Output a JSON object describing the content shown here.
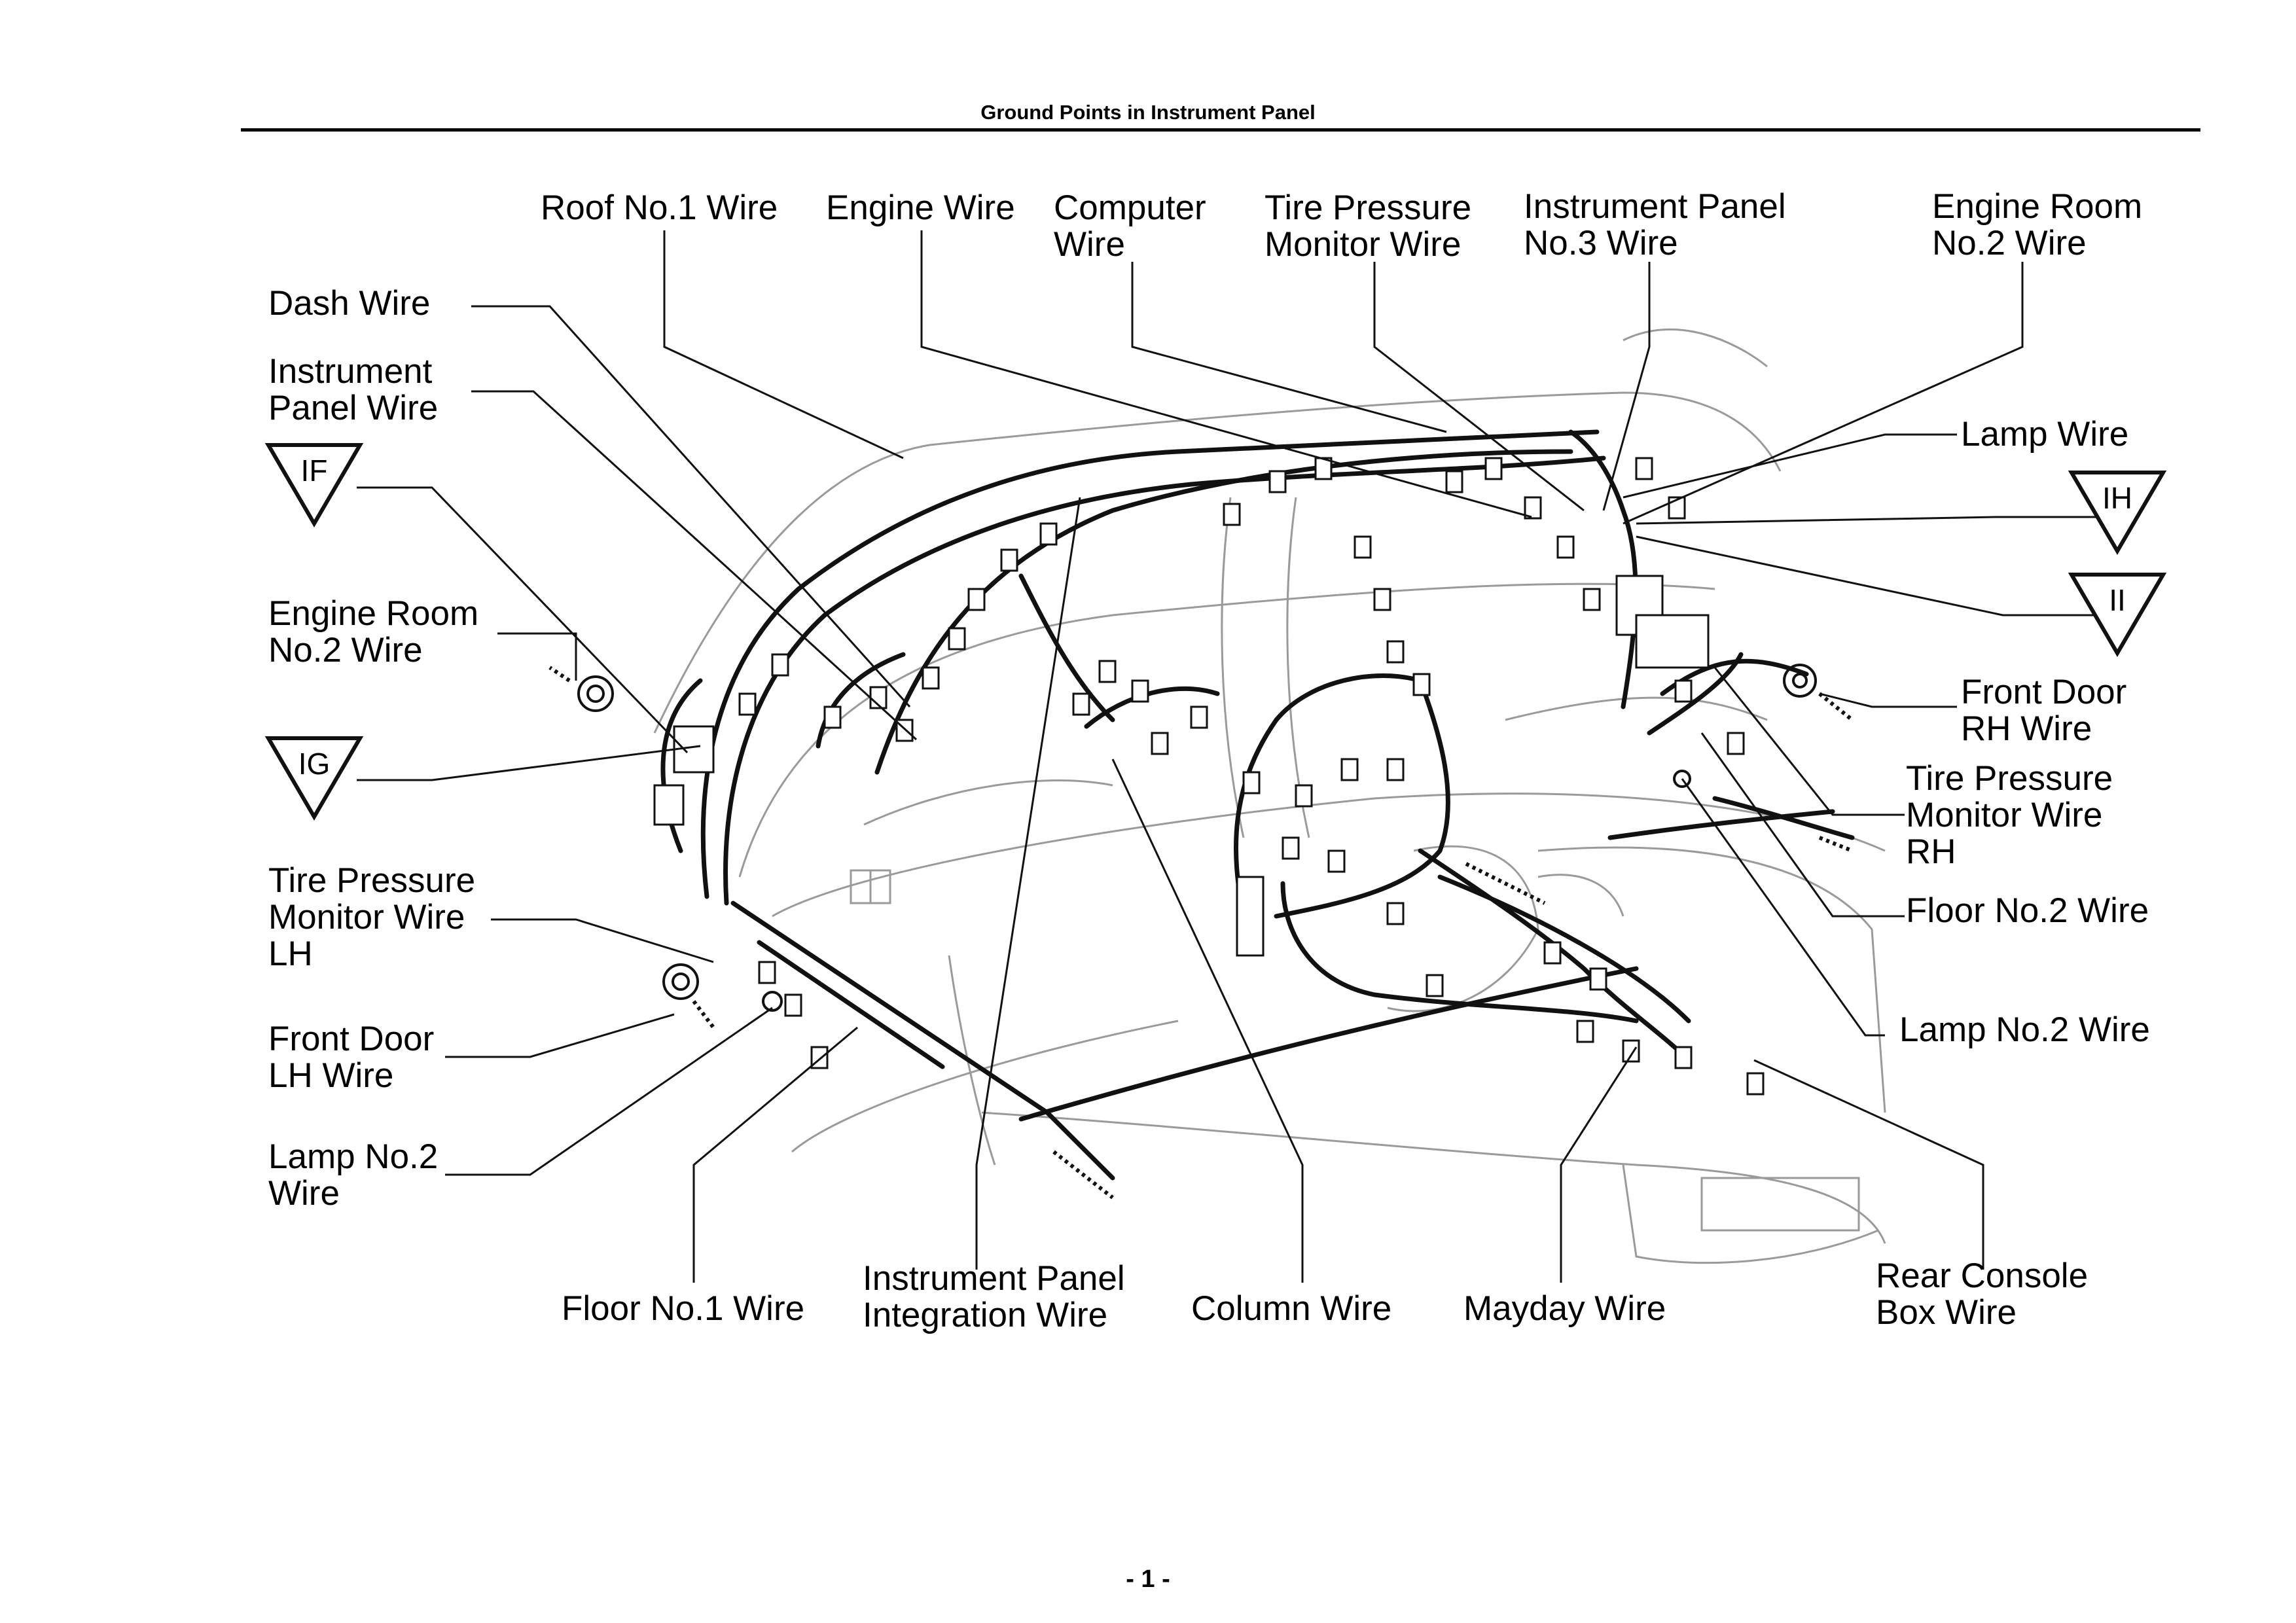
{
  "header": {
    "title": "Ground Points in Instrument Panel"
  },
  "footer": {
    "page_number": "- 1 -"
  },
  "labels": {
    "roof_no1": [
      "Roof No.1 Wire"
    ],
    "engine": [
      "Engine Wire"
    ],
    "computer": [
      "Computer",
      "Wire"
    ],
    "tire_pressure_monitor": [
      "Tire Pressure",
      "Monitor Wire"
    ],
    "instrument_panel_no3": [
      "Instrument Panel",
      "No.3 Wire"
    ],
    "engine_room_no2_right": [
      "Engine Room",
      "No.2 Wire"
    ],
    "dash": [
      "Dash Wire"
    ],
    "instrument_panel": [
      "Instrument",
      "Panel Wire"
    ],
    "engine_room_no2_left": [
      "Engine Room",
      "No.2 Wire"
    ],
    "tire_pressure_monitor_lh": [
      "Tire Pressure",
      "Monitor Wire",
      "LH"
    ],
    "front_door_lh": [
      "Front Door",
      "LH Wire"
    ],
    "lamp_no2_left": [
      "Lamp No.2",
      "Wire"
    ],
    "floor_no1": [
      "Floor No.1 Wire"
    ],
    "instrument_panel_integration": [
      "Instrument Panel",
      "Integration Wire"
    ],
    "column": [
      "Column Wire"
    ],
    "mayday": [
      "Mayday Wire"
    ],
    "rear_console_box": [
      "Rear Console",
      "Box Wire"
    ],
    "lamp": [
      "Lamp Wire"
    ],
    "front_door_rh": [
      "Front Door",
      "RH Wire"
    ],
    "tire_pressure_monitor_rh": [
      "Tire Pressure",
      "Monitor Wire",
      "RH"
    ],
    "floor_no2": [
      "Floor No.2 Wire"
    ],
    "lamp_no2_right": [
      "Lamp No.2 Wire"
    ]
  },
  "ground_points": {
    "if": "IF",
    "ig": "IG",
    "ih": "IH",
    "ii": "II"
  }
}
